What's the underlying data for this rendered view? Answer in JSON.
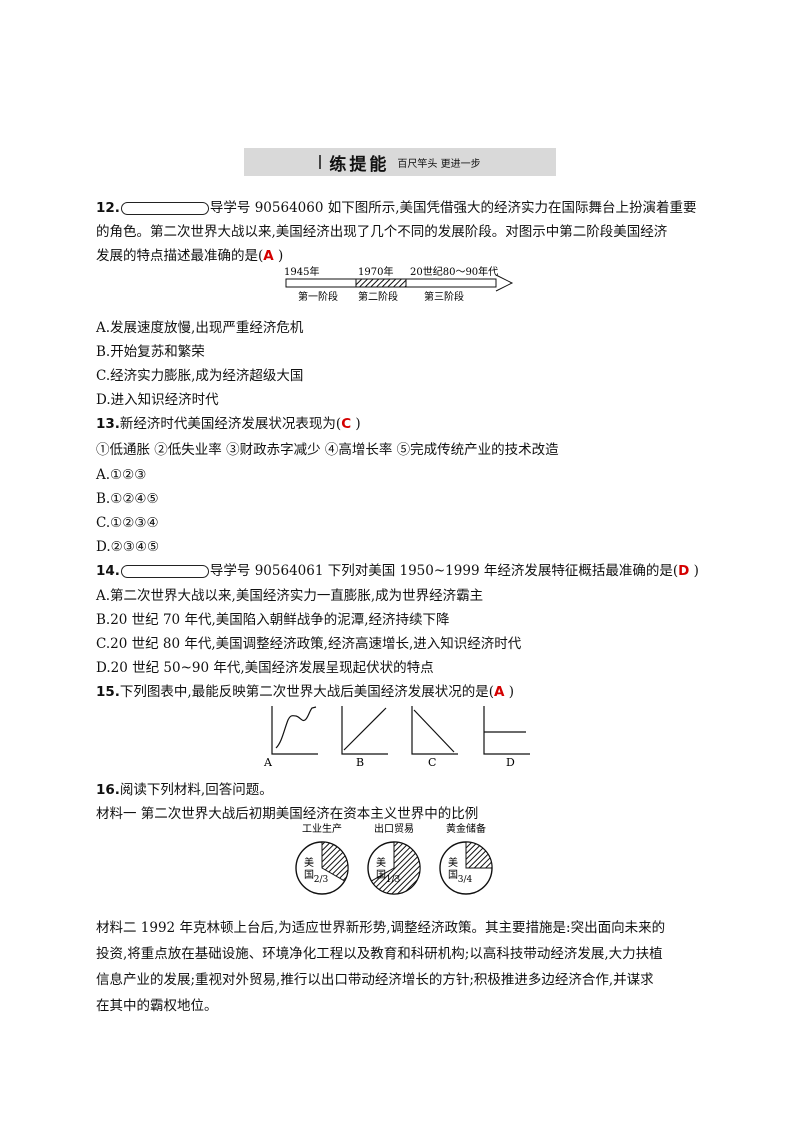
{
  "banner": {
    "title": "练提能",
    "subtitle": "百尺竿头  更进一步"
  },
  "q12": {
    "num": "12.",
    "line1": "导学号 90564060 如下图所示,美国凭借强大的经济实力在国际舞台上扮演着重要",
    "line2": "的角色。第二次世界大战以来,美国经济出现了几个不同的发展阶段。对图示中第二阶段美国经济",
    "line3_pre": "发展的特点描述最准确的是(",
    "answer": "A",
    "line3_post": "  )",
    "timeline": {
      "years": [
        "1945年",
        "1970年",
        "20世纪80～90年代"
      ],
      "stages": [
        "第一阶段",
        "第二阶段",
        "第三阶段"
      ]
    },
    "options": [
      "A.发展速度放慢,出现严重经济危机",
      "B.开始复苏和繁荣",
      "C.经济实力膨胀,成为经济超级大国",
      "D.进入知识经济时代"
    ]
  },
  "q13": {
    "num": "13.",
    "text_pre": "新经济时代美国经济发展状况表现为(",
    "answer": "C",
    "text_post": "  )",
    "items": "①低通胀  ②低失业率  ③财政赤字减少  ④高增长率  ⑤完成传统产业的技术改造",
    "options": [
      "A.①②③",
      "B.①②④⑤",
      "C.①②③④",
      "D.②③④⑤"
    ]
  },
  "q14": {
    "num": "14.",
    "text_pre": "导学号 90564061 下列对美国 1950~1999 年经济发展特征概括最准确的是(",
    "answer": "D",
    "text_post": "  )",
    "options": [
      "A.第二次世界大战以来,美国经济实力一直膨胀,成为世界经济霸主",
      "B.20 世纪 70 年代,美国陷入朝鲜战争的泥潭,经济持续下降",
      "C.20 世纪 80 年代,美国调整经济政策,经济高速增长,进入知识经济时代",
      "D.20 世纪 50~90 年代,美国经济发展呈现起伏状的特点"
    ]
  },
  "q15": {
    "num": "15.",
    "text_pre": "下列图表中,最能反映第二次世界大战后美国经济发展状况的是(",
    "answer": "A",
    "text_post": "  )",
    "graph_labels": [
      "A",
      "B",
      "C",
      "D"
    ]
  },
  "q16": {
    "num": "16.",
    "text": "阅读下列材料,回答问题。",
    "material1": "材料一    第二次世界大战后初期美国经济在资本主义世界中的比例",
    "pies": [
      {
        "title": "工业生产",
        "label": "美国",
        "fraction_label": "2/3",
        "share": 0.6667
      },
      {
        "title": "出口贸易",
        "label": "美国",
        "fraction_label": "1/3",
        "share": 0.3333
      },
      {
        "title": "黄金储备",
        "label": "美国",
        "fraction_label": "3/4",
        "share": 0.75
      }
    ],
    "material2_lines": [
      "材料二    1992 年克林顿上台后,为适应世界新形势,调整经济政策。其主要措施是:突出面向未来的",
      "投资,将重点放在基础设施、环境净化工程以及教育和科研机构;以高科技带动经济发展,大力扶植",
      "信息产业的发展;重视对外贸易,推行以出口带动经济增长的方针;积极推进多边经济合作,并谋求",
      "在其中的霸权地位。"
    ]
  }
}
